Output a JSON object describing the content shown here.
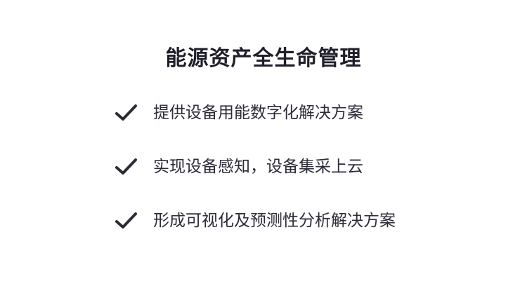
{
  "title": "能源资产全生命管理",
  "features": [
    {
      "text": "提供设备用能数字化解决方案",
      "icon": "check-icon"
    },
    {
      "text": "实现设备感知，设备集采上云",
      "icon": "check-icon"
    },
    {
      "text": "形成可视化及预测性分析解决方案",
      "icon": "check-icon"
    }
  ],
  "colors": {
    "text": "#2d2d39",
    "title": "#1f1f2a",
    "background": "#ffffff"
  }
}
